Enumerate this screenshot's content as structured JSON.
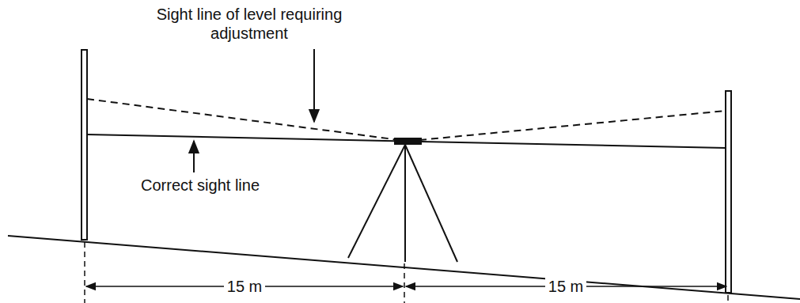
{
  "diagram": {
    "labels": [
      "Sight line of level requiring adjustment",
      "Correct sight line",
      "15 m",
      "15 m"
    ]
  }
}
